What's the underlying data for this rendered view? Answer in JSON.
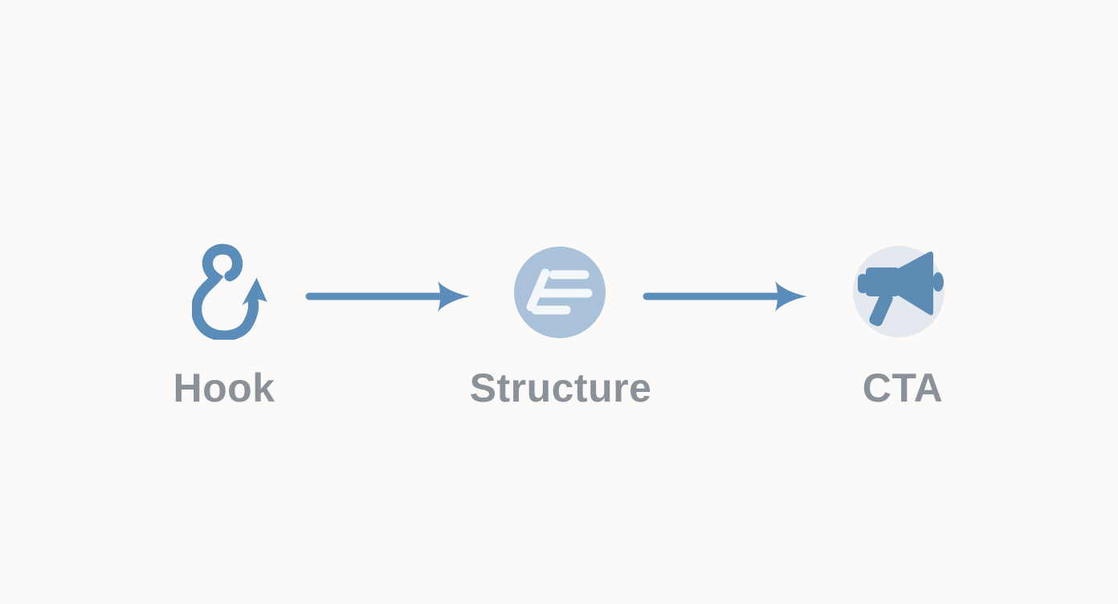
{
  "diagram": {
    "type": "flow",
    "steps": [
      {
        "id": "hook",
        "label": "Hook",
        "icon": "fish-hook-icon"
      },
      {
        "id": "structure",
        "label": "Structure",
        "icon": "text-lines-circle-icon"
      },
      {
        "id": "cta",
        "label": "CTA",
        "icon": "megaphone-icon"
      }
    ],
    "connectors": [
      {
        "type": "arrow-right"
      },
      {
        "type": "arrow-right"
      }
    ],
    "colors": {
      "background": "#FBFAF9",
      "accent_blue": "#5B8DBA",
      "megaphone_blue": "#5C8BB4",
      "structure_circle_fill": "#A9C2DA",
      "structure_line_color": "#F4F7FA",
      "cta_circle_fill": "#E4E9EF",
      "label_gray": "#8B9199"
    }
  }
}
